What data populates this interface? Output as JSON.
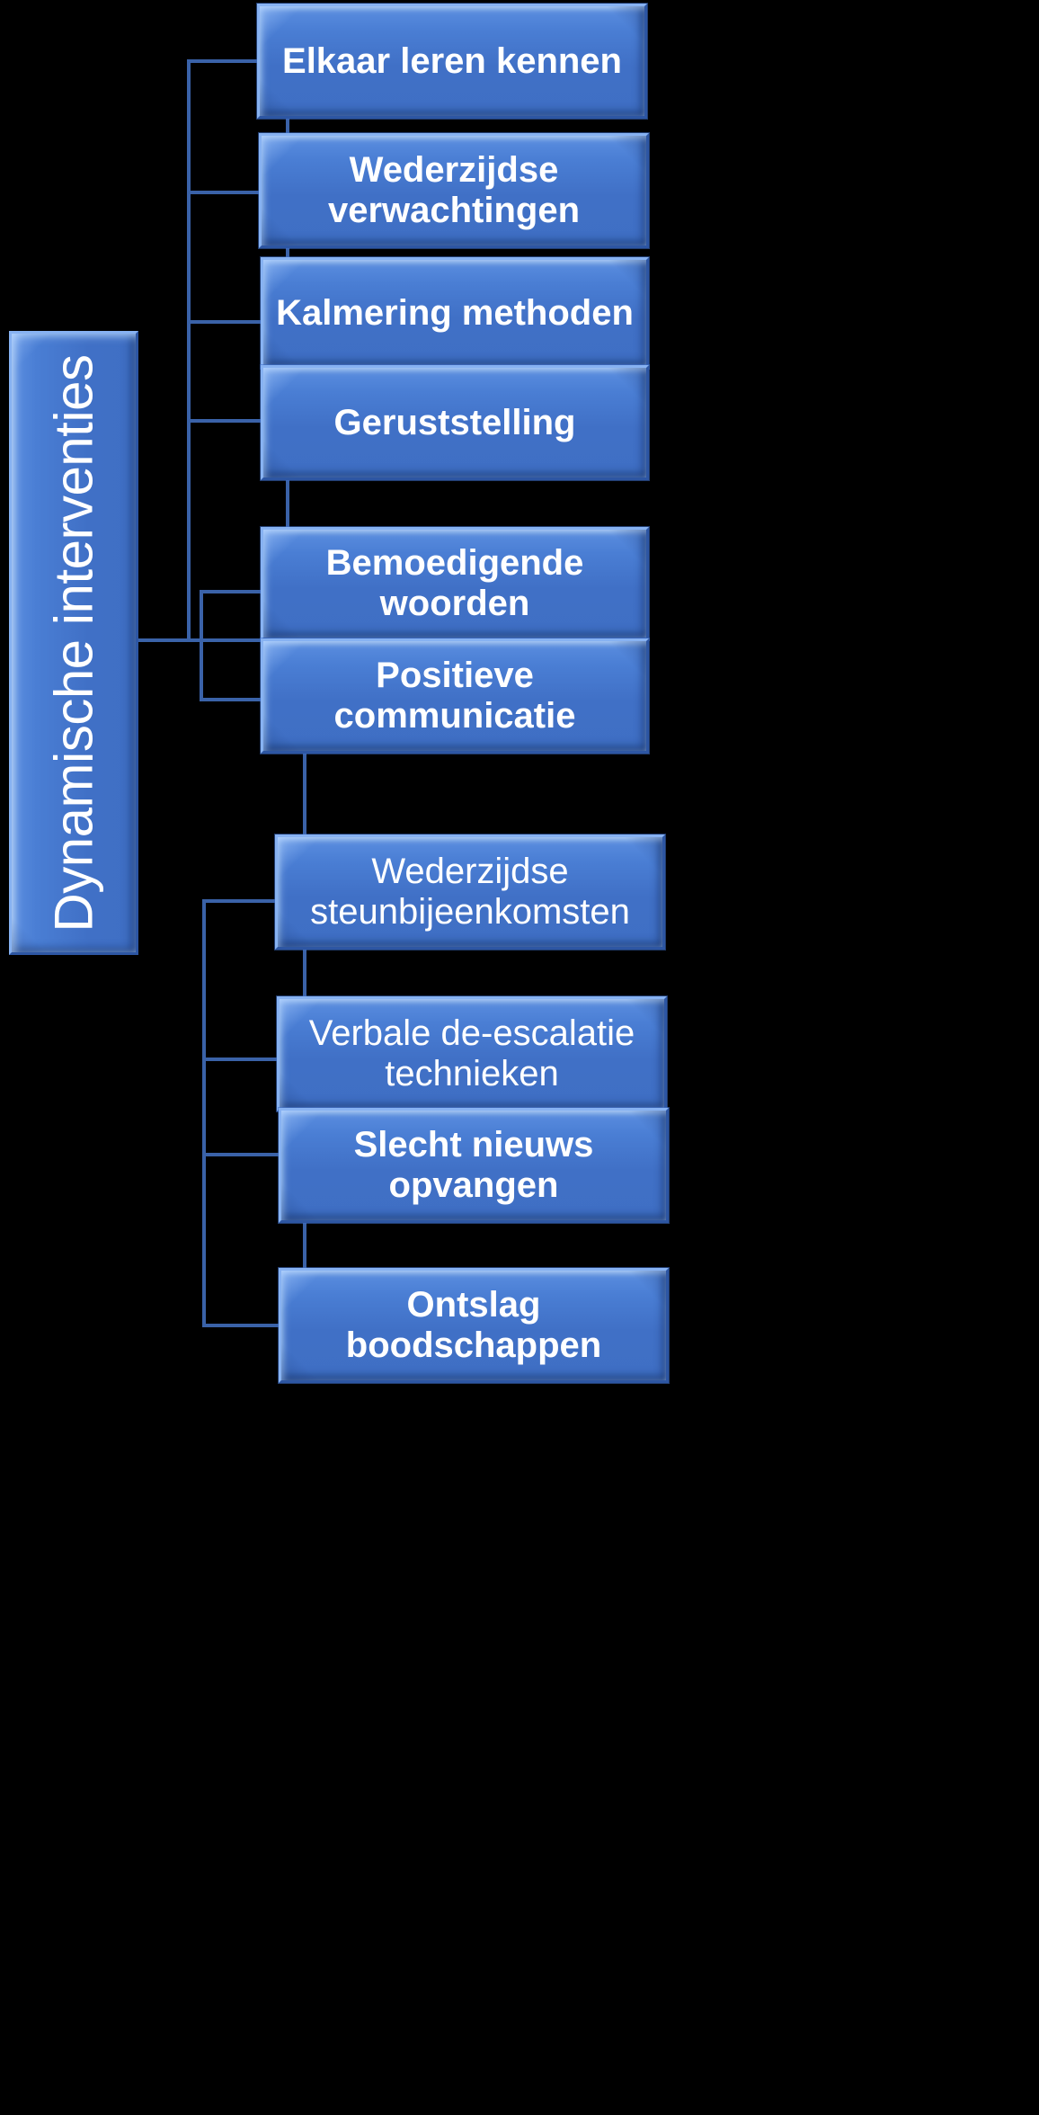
{
  "diagram": {
    "type": "hierarchy-tree",
    "title": "Dynamische interventies",
    "background_color": "#000000",
    "node_fill_color": "#4070c6",
    "node_highlight_color": "#87b2f2",
    "node_shadow_color": "#2d56a3",
    "connector_color": "#3a62a8",
    "text_color": "#ffffff",
    "root": {
      "label": "Dynamische interventies",
      "orientation": "vertical"
    },
    "children": [
      {
        "label": "Elkaar leren kennen",
        "weight": "bold"
      },
      {
        "label": "Wederzijdse verwachtingen",
        "weight": "bold"
      },
      {
        "label": "Kalmering methoden",
        "weight": "bold"
      },
      {
        "label": "Geruststelling",
        "weight": "bold"
      },
      {
        "label": "Bemoedigende woorden",
        "weight": "bold"
      },
      {
        "label": "Positieve communicatie",
        "weight": "bold"
      },
      {
        "label": "Wederzijdse steunbijeenkomsten",
        "weight": "normal"
      },
      {
        "label": "Verbale de-escalatie technieken",
        "weight": "normal"
      },
      {
        "label": "Slecht nieuws opvangen",
        "weight": "bold"
      },
      {
        "label": "Ontslag boodschappen",
        "weight": "bold"
      }
    ]
  }
}
